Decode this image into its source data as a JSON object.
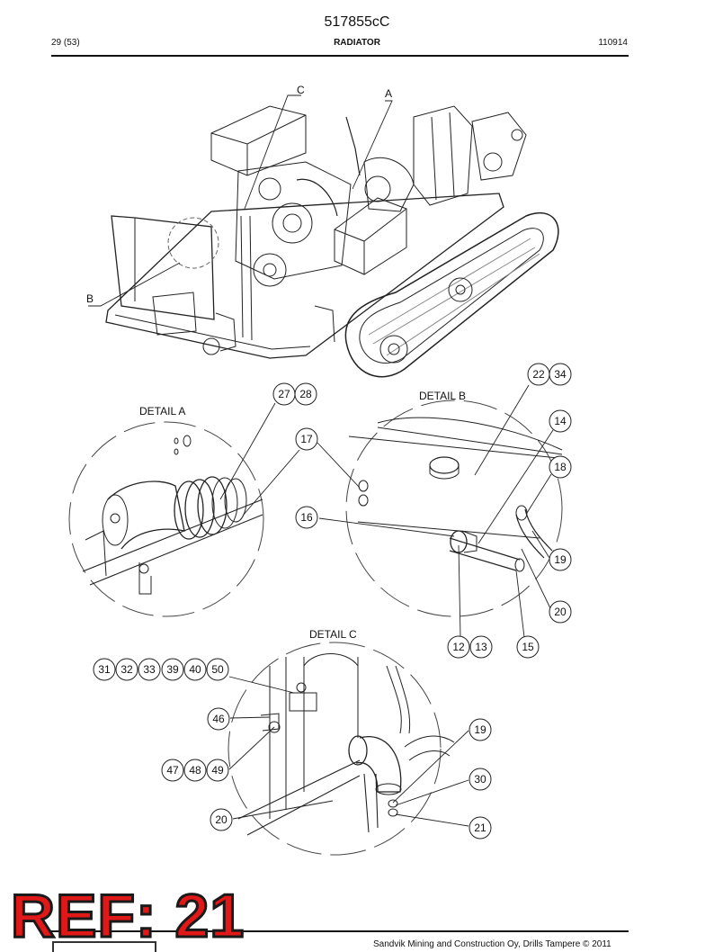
{
  "header": {
    "doc_code": "517855cC",
    "page": "29 (53)",
    "section": "RADIATOR",
    "date": "110914"
  },
  "views": {
    "main": {
      "callouts": [
        "C",
        "A",
        "B"
      ]
    },
    "detail_a": {
      "title": "DETAIL A",
      "bubbles": [
        "27",
        "28",
        "17"
      ]
    },
    "detail_b": {
      "title": "DETAIL B",
      "bubbles": [
        "22",
        "34",
        "14",
        "18",
        "16",
        "19",
        "20",
        "12",
        "13",
        "15"
      ]
    },
    "detail_c": {
      "title": "DETAIL C",
      "bubbles": [
        "31",
        "32",
        "33",
        "39",
        "40",
        "50",
        "46",
        "47",
        "48",
        "49",
        "19",
        "30",
        "20",
        "21"
      ]
    }
  },
  "ref_stamp": "REF: 21",
  "footer": {
    "copyright": "Sandvik Mining and Construction Oy, Drills Tampere © 2011"
  }
}
